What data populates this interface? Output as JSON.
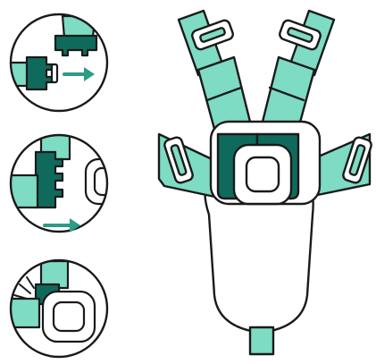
{
  "colors": {
    "strap": "#7ddcc3",
    "buckle_dark": "#0f6a5c",
    "arrow": "#2c9c84",
    "outline": "#1a1a1a",
    "background": "#ffffff"
  },
  "steps": [
    {
      "icon": "buckle-separate-icon",
      "arrow": "right"
    },
    {
      "icon": "buckle-slide-icon",
      "arrow": "right"
    },
    {
      "icon": "buckle-click-icon",
      "arrow": "none"
    }
  ],
  "main": {
    "icon": "five-point-harness-icon"
  }
}
